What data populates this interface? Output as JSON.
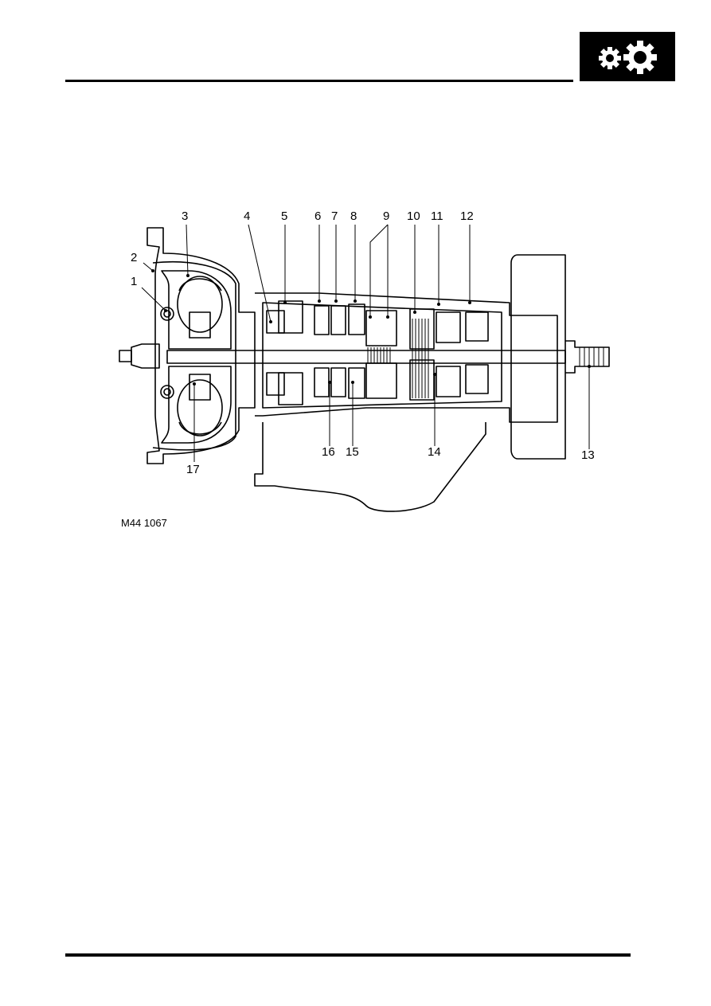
{
  "header": {
    "section_icon": "gears-icon",
    "icon_color": "#000000"
  },
  "figure": {
    "id": "M44 1067",
    "callouts": [
      "1",
      "2",
      "3",
      "4",
      "5",
      "6",
      "7",
      "8",
      "9",
      "10",
      "11",
      "12",
      "13",
      "14",
      "15",
      "16",
      "17"
    ]
  }
}
